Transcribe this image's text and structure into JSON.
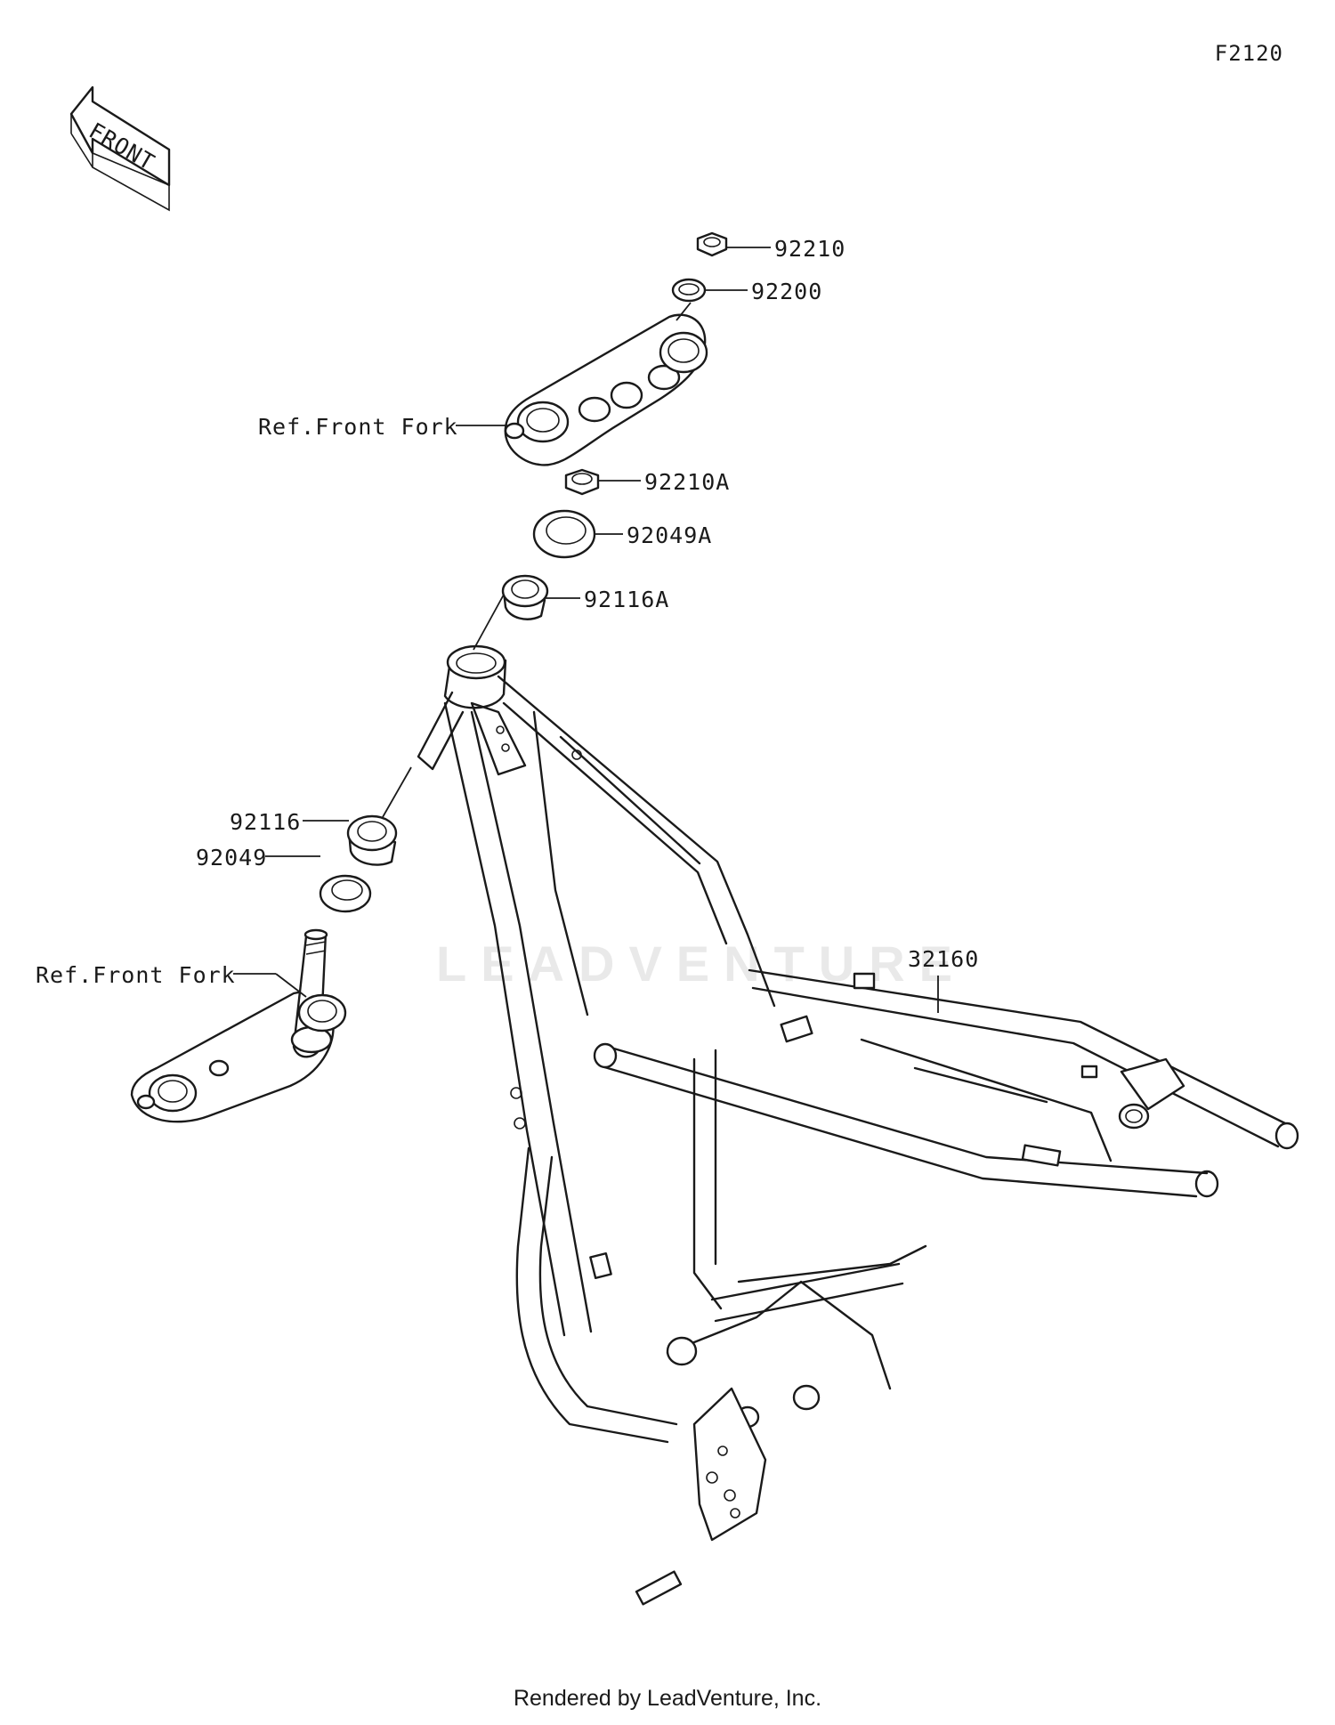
{
  "diagram_code": "F2120",
  "direction_arrow": {
    "text": "FRONT",
    "icon": "front-direction-arrow-icon"
  },
  "watermark": "LEADVENTURE",
  "credit": "Rendered by LeadVenture, Inc.",
  "callouts": [
    {
      "part_number": "92210"
    },
    {
      "part_number": "92200"
    },
    {
      "part_number": "92210A"
    },
    {
      "part_number": "92049A"
    },
    {
      "part_number": "92116A"
    },
    {
      "part_number": "92116"
    },
    {
      "part_number": "92049"
    },
    {
      "part_number": "32160"
    }
  ],
  "references": [
    {
      "text": "Ref.Front Fork"
    },
    {
      "text": "Ref.Front Fork"
    }
  ],
  "parts": [
    {
      "name": "upper-steering-clamp",
      "icon": "upper-triple-clamp-icon"
    },
    {
      "name": "lower-steering-clamp-with-stem",
      "icon": "lower-triple-clamp-icon"
    },
    {
      "name": "frame",
      "icon": "motorcycle-frame-icon"
    }
  ]
}
